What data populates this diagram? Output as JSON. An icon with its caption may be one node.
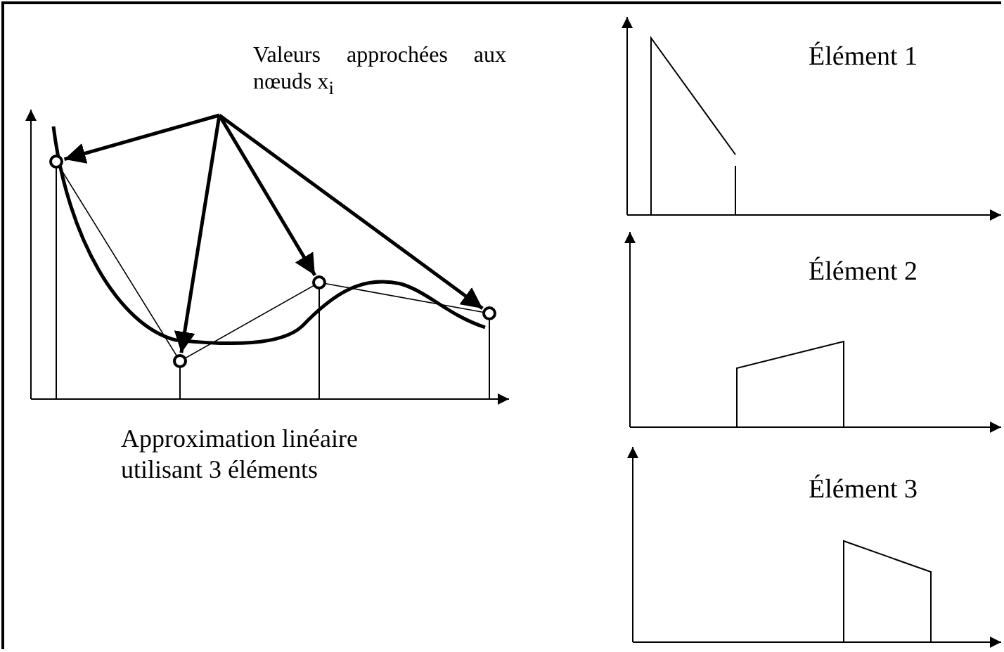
{
  "diagram": {
    "nodes": [
      {
        "text": [
          "Valeurs approchées aux nœuds x$_{i}$"
        ]
      },
      {
        "text": [],
        "shape": "circle"
      },
      {
        "text": [],
        "shape": "circle"
      },
      {
        "text": [],
        "shape": "circle"
      },
      {
        "text": [],
        "shape": "circle"
      }
    ],
    "edges": [
      {
        "from": 0,
        "to": 1,
        "arrow": "to"
      },
      {
        "from": 0,
        "to": 2,
        "arrow": "to"
      },
      {
        "from": 0,
        "to": 3,
        "arrow": "to"
      },
      {
        "from": 0,
        "to": 4,
        "arrow": "to"
      }
    ],
    "labels": [
      "Élément 1",
      "Approximation linéaire utilisant 3 éléments",
      "Élément 2",
      "Élément 3"
    ]
  }
}
